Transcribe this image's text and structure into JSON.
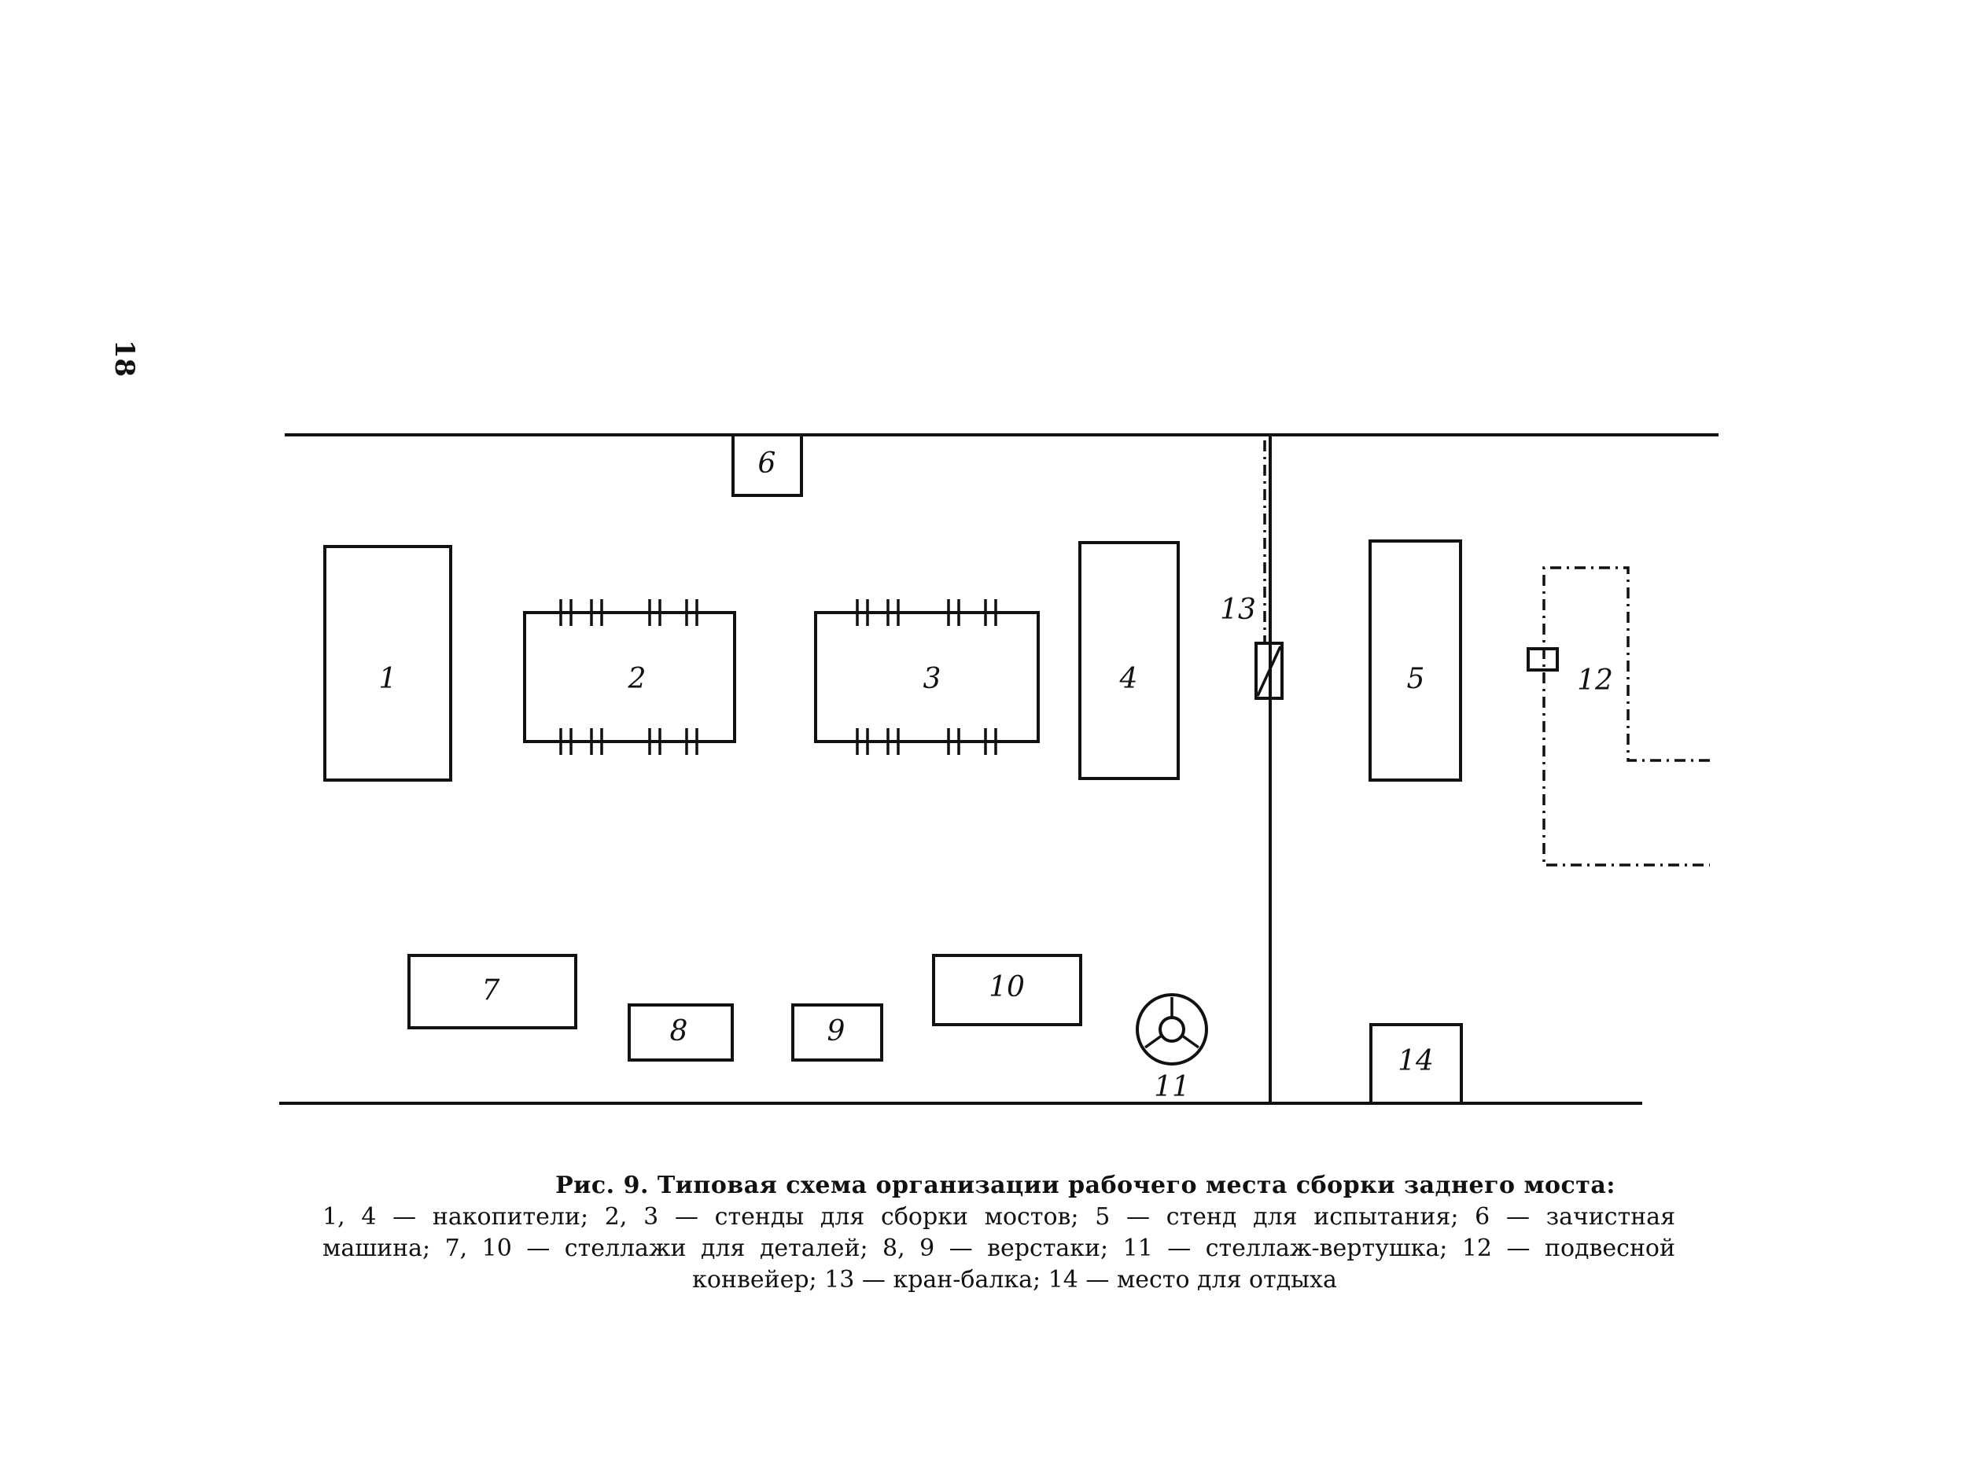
{
  "page": {
    "page_number": "18"
  },
  "figure": {
    "labels": {
      "n1": "1",
      "n2": "2",
      "n3": "3",
      "n4": "4",
      "n5": "5",
      "n6": "6",
      "n7": "7",
      "n8": "8",
      "n9": "9",
      "n10": "10",
      "n11": "11",
      "n12": "12",
      "n13": "13",
      "n14": "14"
    }
  },
  "caption": {
    "title": "Рис. 9. Типовая схема организации рабочего места сборки заднего моста:",
    "line1": "1, 4 — накопители; 2, 3 — стенды для сборки мостов; 5 — стенд для испытания; 6 — зачистная",
    "line2": "машина; 7, 10 — стеллажи для деталей; 8, 9 — верстаки; 11 — стеллаж-вертушка; 12 — подвесной",
    "line3": "конвейер; 13 — кран-балка; 14 — место для отдыха"
  }
}
